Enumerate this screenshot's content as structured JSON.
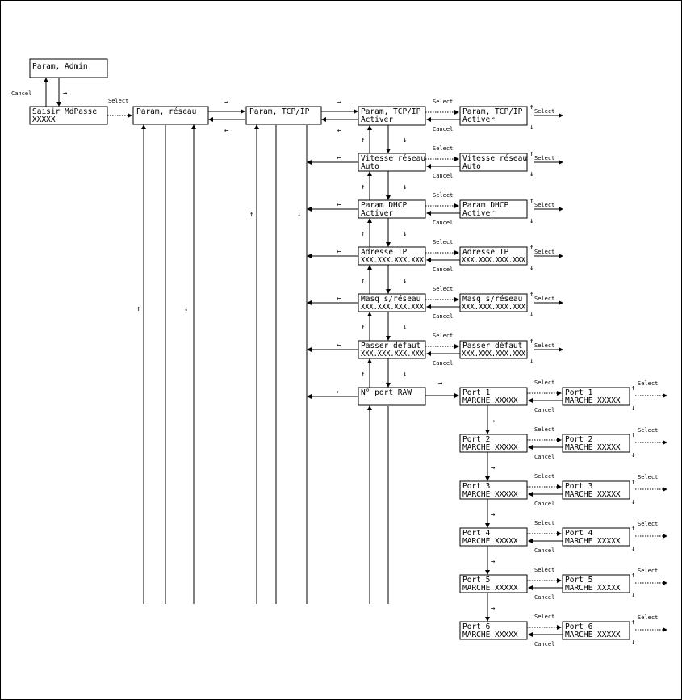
{
  "labels": {
    "select": "Select",
    "cancel": "Cancel",
    "up": "↑",
    "down": "↓",
    "right": "→",
    "left": "←"
  },
  "boxes": {
    "admin": [
      "Param, Admin"
    ],
    "password": [
      "Saisir MdPasse",
      "XXXXX"
    ],
    "network": [
      "Param, réseau"
    ],
    "tcpip": [
      "Param, TCP/IP"
    ],
    "tcpip_enable": [
      "Param, TCP/IP",
      "Activer"
    ],
    "speed": [
      "Vitesse réseau",
      "Auto"
    ],
    "dhcp": [
      "Param DHCP",
      "Activer"
    ],
    "ip": [
      "Adresse IP",
      "XXX.XXX.XXX.XXX"
    ],
    "mask": [
      "Masq s/réseau",
      "XXX.XXX.XXX.XXX"
    ],
    "gateway": [
      "Passer défaut",
      "XXX.XXX.XXX.XXX"
    ],
    "raw_port": [
      "N° port RAW"
    ],
    "ports": [
      [
        "Port 1",
        "MARCHE XXXXX"
      ],
      [
        "Port 2",
        "MARCHE XXXXX"
      ],
      [
        "Port 3",
        "MARCHE XXXXX"
      ],
      [
        "Port 4",
        "MARCHE XXXXX"
      ],
      [
        "Port 5",
        "MARCHE XXXXX"
      ],
      [
        "Port 6",
        "MARCHE XXXXX"
      ]
    ]
  }
}
